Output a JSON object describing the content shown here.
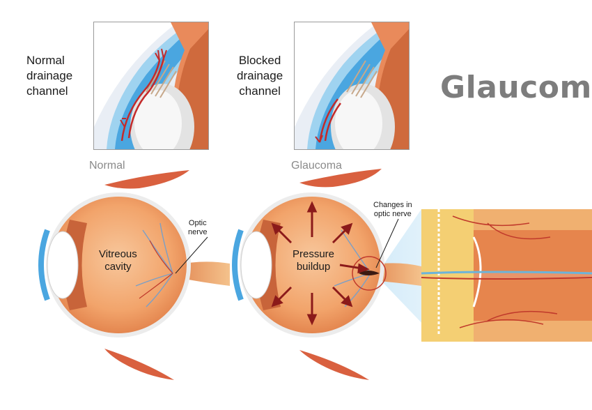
{
  "title": "Glaucoma",
  "insets": [
    {
      "label_lines": [
        "Normal",
        "drainage",
        "channel"
      ]
    },
    {
      "label_lines": [
        "Blocked",
        "drainage",
        "channel"
      ]
    }
  ],
  "captions": {
    "normal": "Normal",
    "glaucoma": "Glaucoma"
  },
  "eye_labels": {
    "vitreous": [
      "Vitreous",
      "cavity"
    ],
    "optic": [
      "Optic",
      "nerve"
    ],
    "pressure": [
      "Pressure",
      "buildup"
    ],
    "changes": [
      "Changes in",
      "optic nerve"
    ]
  },
  "colors": {
    "title": "#7d7d7d",
    "muscle": "#d9603f",
    "eye_fill": "#f2a46b",
    "arrow": "#8b1a1a",
    "cornea": "#4aa6e0",
    "nerve_glow": "#bfe4f7"
  }
}
